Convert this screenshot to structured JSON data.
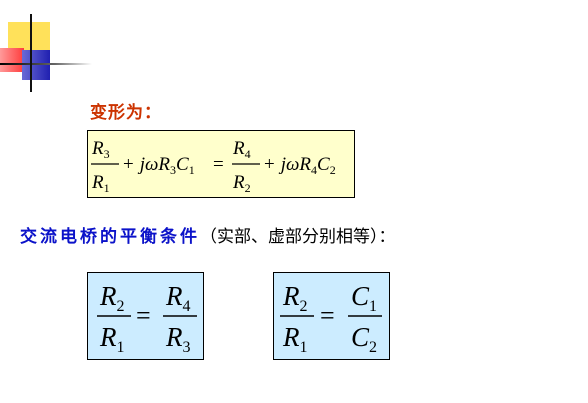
{
  "slide": {
    "subtitle": "变形为：",
    "heading_main": "交流电桥的平衡条件",
    "heading_note": "（实部、虚部分别相等）："
  },
  "equations": {
    "transformed": {
      "frac1": {
        "num": "R",
        "num_sub": "3",
        "den": "R",
        "den_sub": "1"
      },
      "term1": {
        "plus": "+",
        "j": "j",
        "omega": "ω",
        "R": "R",
        "R_sub": "3",
        "C": "C",
        "C_sub": "1"
      },
      "equals": "=",
      "frac2": {
        "num": "R",
        "num_sub": "4",
        "den": "R",
        "den_sub": "2"
      },
      "term2": {
        "plus": "+",
        "j": "j",
        "omega": "ω",
        "R": "R",
        "R_sub": "4",
        "C": "C",
        "C_sub": "2"
      }
    },
    "real_part": {
      "lhs": {
        "num": "R",
        "num_sub": "2",
        "den": "R",
        "den_sub": "1"
      },
      "equals": "=",
      "rhs": {
        "num": "R",
        "num_sub": "4",
        "den": "R",
        "den_sub": "3"
      }
    },
    "imag_part": {
      "lhs": {
        "num": "R",
        "num_sub": "2",
        "den": "R",
        "den_sub": "1"
      },
      "equals": "=",
      "rhs": {
        "num": "C",
        "num_sub": "1",
        "den": "C",
        "den_sub": "2"
      }
    }
  }
}
